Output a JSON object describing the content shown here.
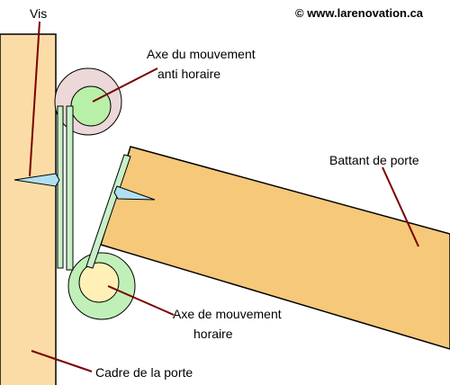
{
  "copyright": "© www.larenovation.ca",
  "labels": {
    "screw": "Vis",
    "counter_axis_line1": "Axe du mouvement",
    "counter_axis_line2": "anti horaire",
    "door_leaf": "Battant de porte",
    "clockwise_axis_line1": "Axe de mouvement",
    "clockwise_axis_line2": "horaire",
    "door_frame": "Cadre de la porte"
  },
  "colors": {
    "wood": "#f5c87a",
    "wood_light": "#fbdca6",
    "hinge_leaf": "#c8f0c8",
    "outer_knuckle_top": "#ecd8d8",
    "inner_knuckle_top": "#b8f0a8",
    "outer_knuckle_bottom": "#c0f0b8",
    "inner_knuckle_bottom": "#fff0b8",
    "leader_line": "#7a0000",
    "screw": "#b0e0f0"
  }
}
